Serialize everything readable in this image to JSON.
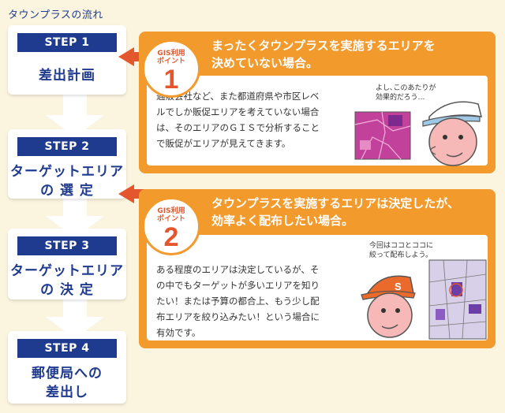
{
  "page_title": "タウンプラスの流れ",
  "steps": [
    {
      "label": "STEP 1",
      "text": [
        "差出計画"
      ]
    },
    {
      "label": "STEP 2",
      "text": [
        "ターゲットエリア",
        "の 選 定"
      ]
    },
    {
      "label": "STEP 3",
      "text": [
        "ターゲットエリア",
        "の 決 定"
      ]
    },
    {
      "label": "STEP 4",
      "text": [
        "郵便局への",
        "差出し"
      ]
    }
  ],
  "cases": [
    {
      "badge_label": [
        "GIS利用",
        "ポイント"
      ],
      "badge_number": "1",
      "title": [
        "まったくタウンプラスを実施するエリアを",
        "決めていない場合。"
      ],
      "description": [
        "通販会社など、また都道府県や市区レベ",
        "ルでしか販促エリアを考えていない場合",
        "は、そのエリアのＧＩＳで分析すること",
        "で販促がエリアが見えてきます。"
      ],
      "speech": [
        "よし､このあたりが",
        "効果的だろう…"
      ]
    },
    {
      "badge_label": [
        "GIS利用",
        "ポイント"
      ],
      "badge_number": "2",
      "title": [
        "タウンプラスを実施するエリアは決定したが、",
        "効率よく配布したい場合。"
      ],
      "description": [
        "ある程度のエリアは決定しているが、そ",
        "の中でもターゲットが多いエリアを知り",
        "たい！または予算の都合上、もう少し配",
        "布エリアを絞り込みたい！という場合に",
        "有効です。"
      ],
      "speech": [
        "今回はココとココに",
        "絞って配布しよう。"
      ]
    }
  ],
  "colors": {
    "navy": "#1f3b8f",
    "orange": "#f39a2d",
    "red": "#e4572e",
    "background": "#fbf4df"
  }
}
